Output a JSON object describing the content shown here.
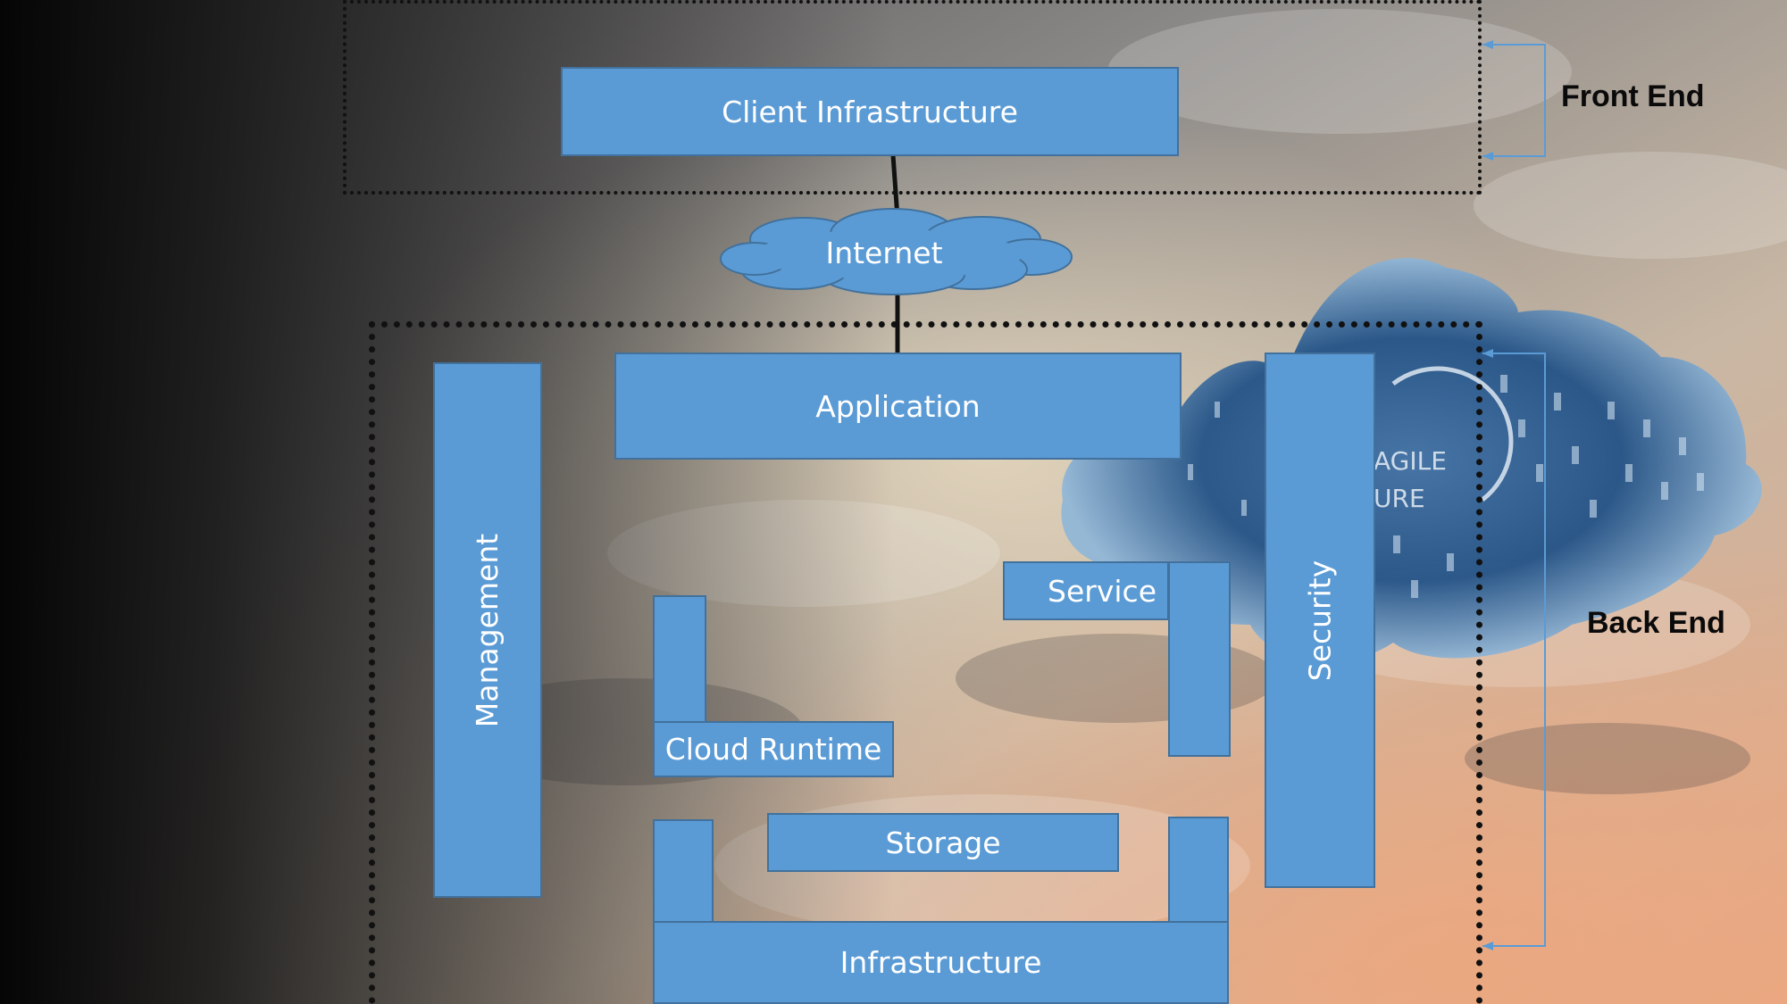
{
  "diagram": {
    "front_end_label": "Front End",
    "back_end_label": "Back End",
    "nodes": {
      "client_infrastructure": "Client Infrastructure",
      "internet": "Internet",
      "application": "Application",
      "management": "Management",
      "security": "Security",
      "service": "Service",
      "cloud_runtime": "Cloud Runtime",
      "storage": "Storage",
      "infrastructure": "Infrastructure"
    },
    "background_watermark": [
      "AGILE",
      "URE"
    ]
  },
  "colors": {
    "box_fill": "#5b9bd5",
    "box_border": "#41719c",
    "bracket_line": "#5b9bd5"
  }
}
